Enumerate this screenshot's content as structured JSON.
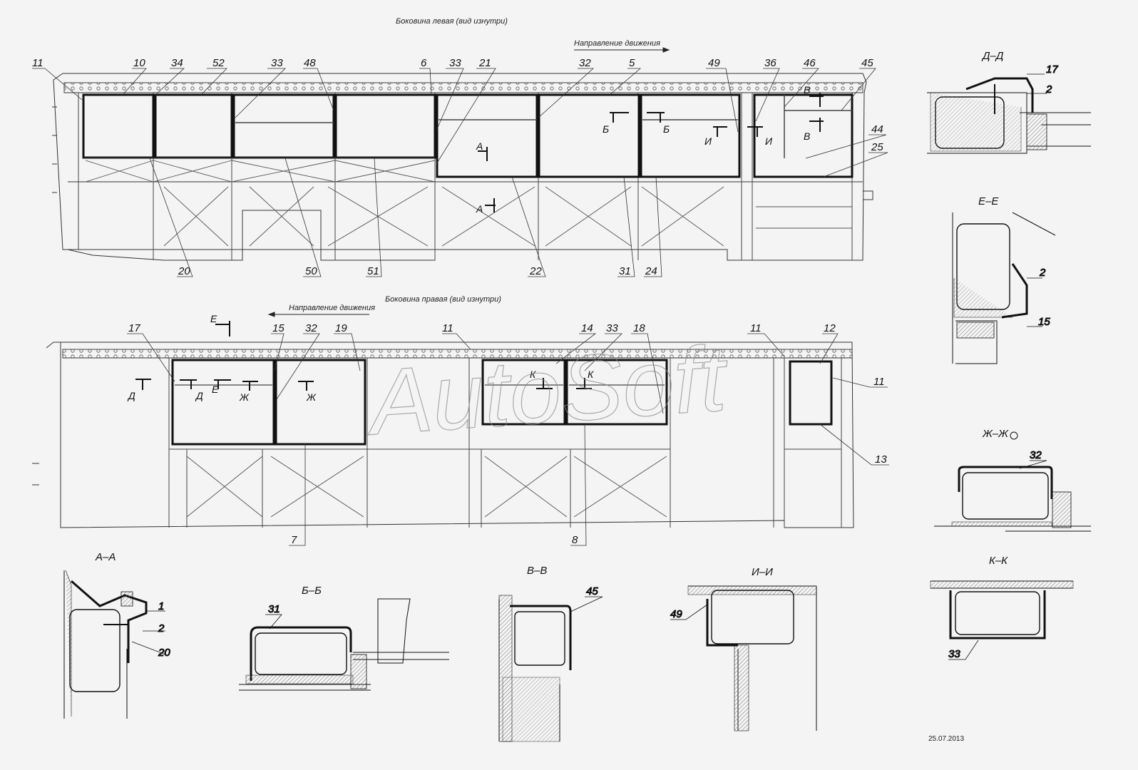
{
  "captions": {
    "left_side": "Боковина левая (вид изнутри)",
    "right_side": "Боковина правая (вид изнутри)",
    "direction_left": "Направление движения",
    "direction_right": "Направление движения"
  },
  "left_callouts": [
    "11",
    "10",
    "34",
    "52",
    "33",
    "48",
    "6",
    "33",
    "21",
    "32",
    "5",
    "49",
    "36",
    "46",
    "45",
    "44",
    "25",
    "20",
    "50",
    "51",
    "22",
    "31",
    "24"
  ],
  "right_callouts": [
    "17",
    "15",
    "32",
    "19",
    "11",
    "14",
    "33",
    "18",
    "11",
    "12",
    "11",
    "13",
    "7",
    "8"
  ],
  "section_marks": {
    "A": "А",
    "B": "Б",
    "V": "В",
    "I": "И",
    "D": "Д",
    "E": "Е",
    "ZH": "Ж",
    "K": "К"
  },
  "sections": {
    "dd": {
      "title": "Д–Д",
      "parts": [
        "17",
        "2"
      ]
    },
    "ee": {
      "title": "Е–Е",
      "parts": [
        "2",
        "15"
      ]
    },
    "zhzh": {
      "title": "Ж–Ж",
      "parts": [
        "32"
      ]
    },
    "kk": {
      "title": "К–К",
      "parts": [
        "33"
      ]
    },
    "aa": {
      "title": "А–А",
      "parts": [
        "1",
        "2",
        "20"
      ]
    },
    "bb": {
      "title": "Б–Б",
      "parts": [
        "31"
      ]
    },
    "vv": {
      "title": "В–В",
      "parts": [
        "45"
      ]
    },
    "ii": {
      "title": "И–И",
      "parts": [
        "49"
      ]
    }
  },
  "watermark": "AutoSoft",
  "date": "25.07.2013"
}
